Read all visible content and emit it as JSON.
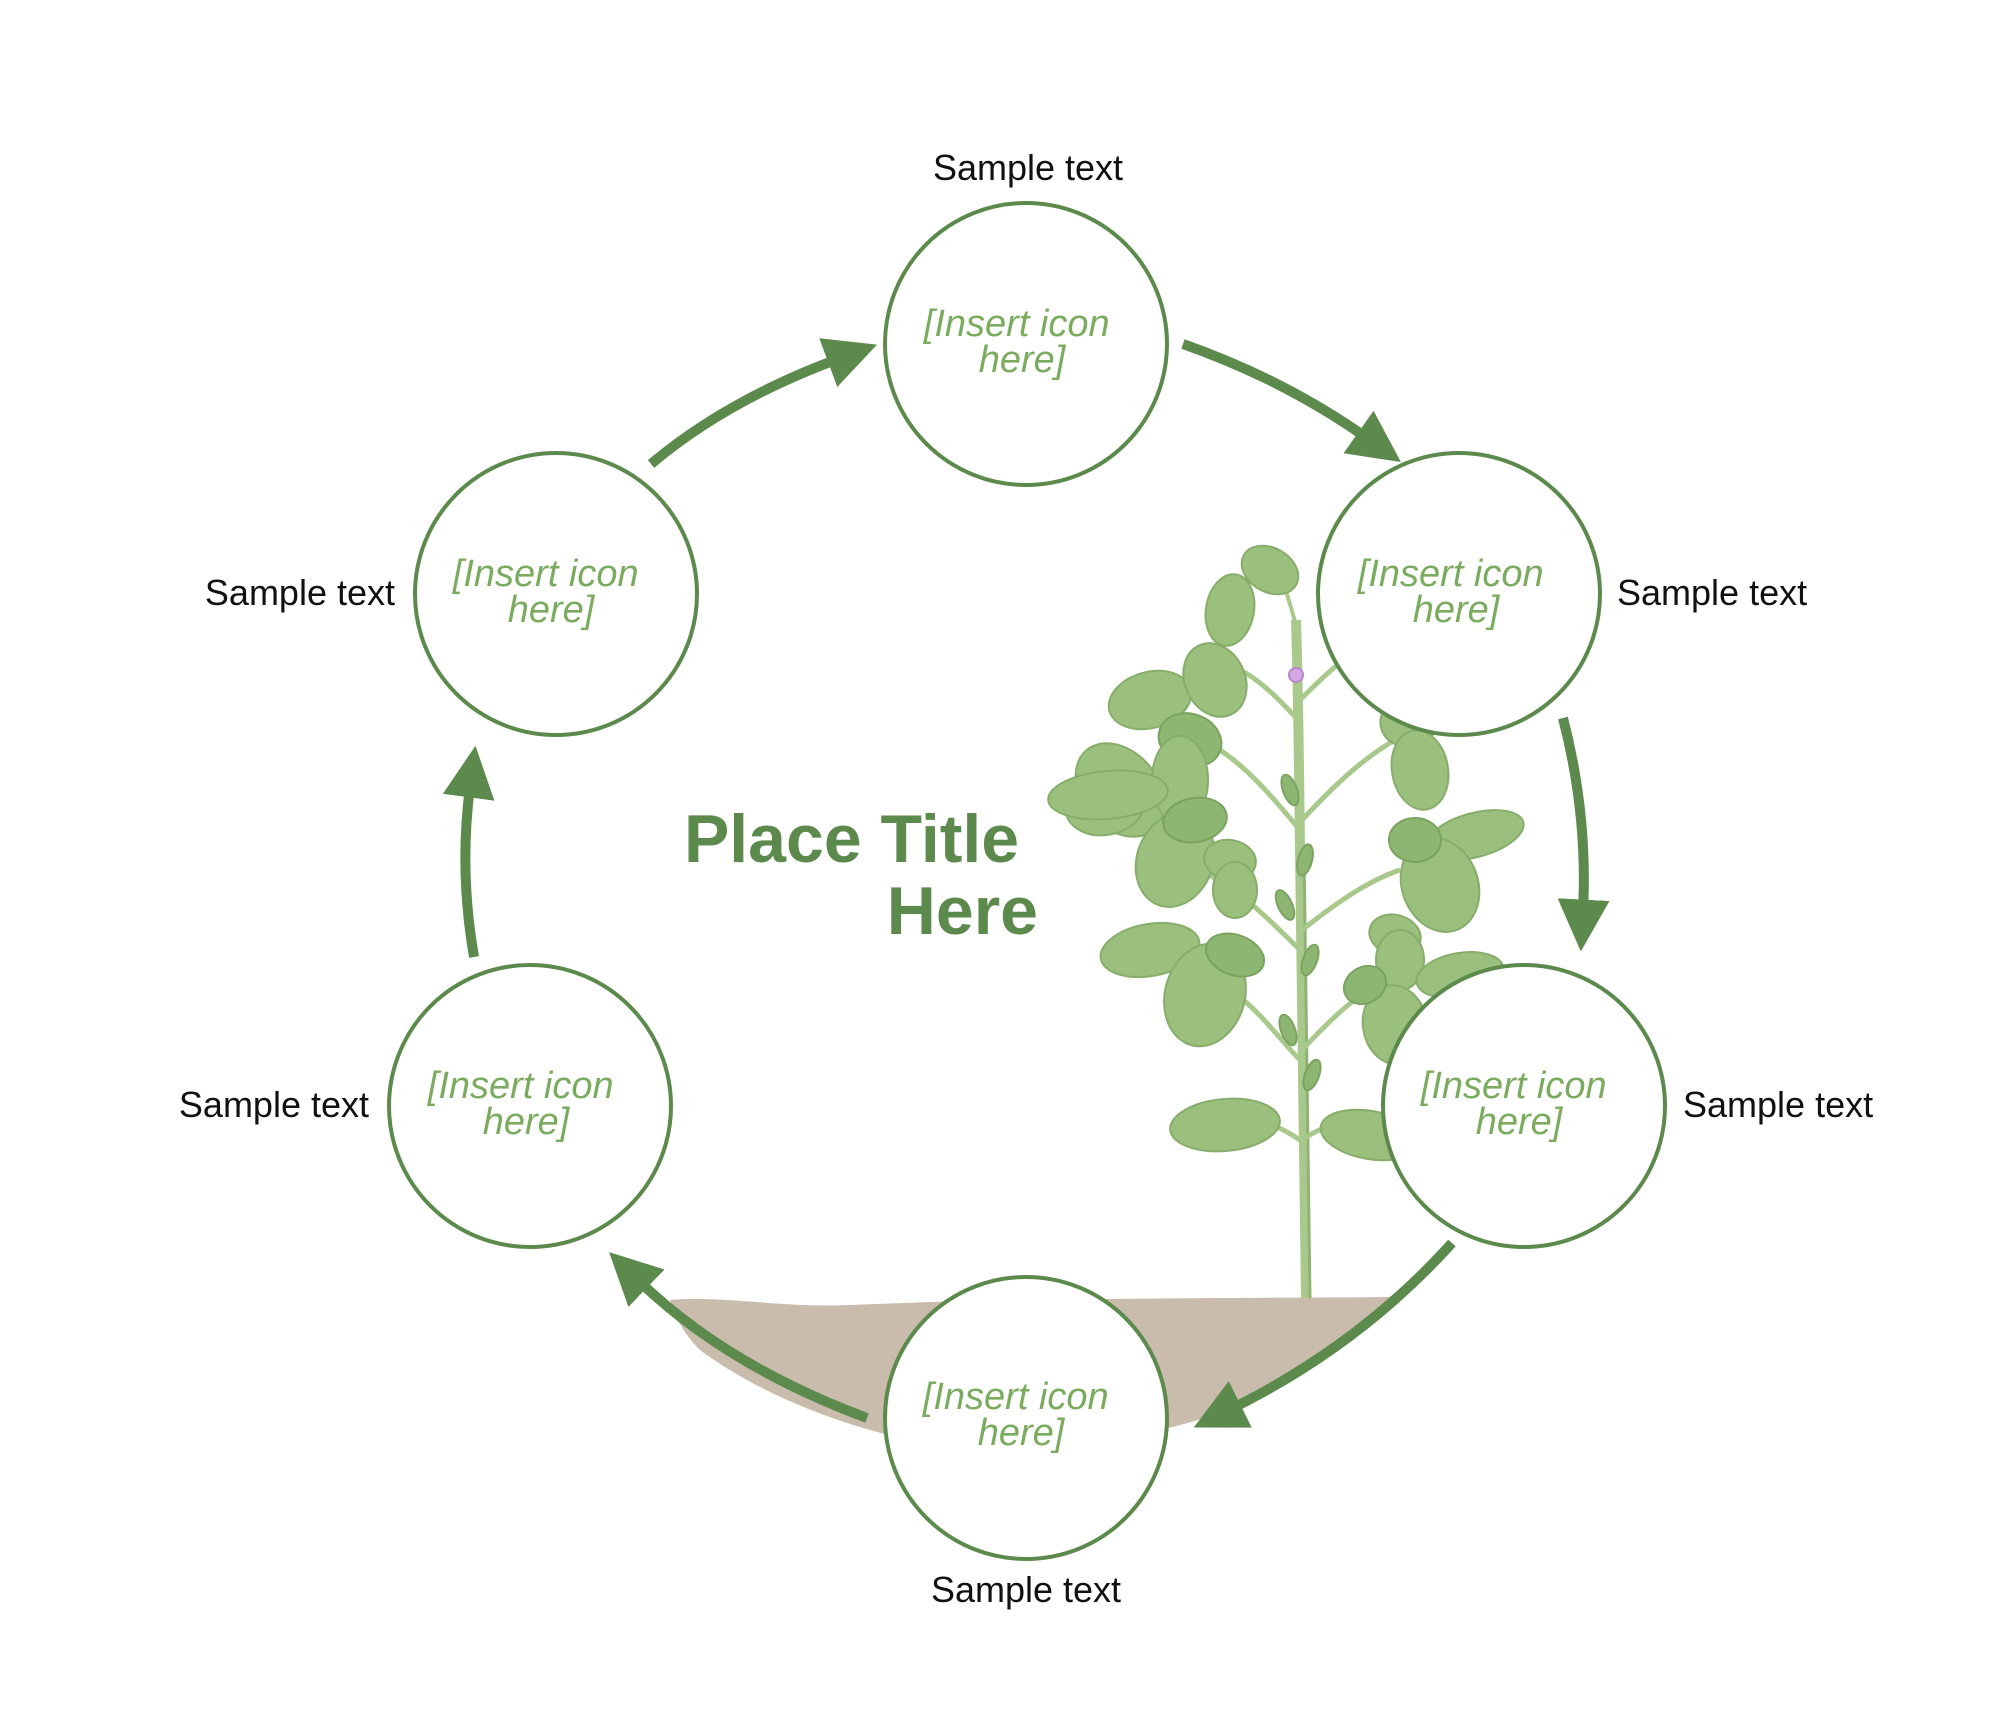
{
  "diagram": {
    "title_lines": [
      "Place Title",
      "Here"
    ],
    "colors": {
      "accent": "#5c8a4c",
      "placeholder_text": "#7aab5e",
      "soil": "#c9bcad",
      "leaf": "#9bc07e",
      "flower": "#d7a6e6"
    },
    "nodes": [
      {
        "placeholder_lines": [
          "[Insert icon",
          "here]"
        ],
        "label": "Sample text"
      },
      {
        "placeholder_lines": [
          "[Insert icon",
          "here]"
        ],
        "label": "Sample text"
      },
      {
        "placeholder_lines": [
          "[Insert icon",
          "here]"
        ],
        "label": "Sample text"
      },
      {
        "placeholder_lines": [
          "[Insert icon",
          "here]"
        ],
        "label": "Sample text"
      },
      {
        "placeholder_lines": [
          "[Insert icon",
          "here]"
        ],
        "label": "Sample text"
      },
      {
        "placeholder_lines": [
          "[Insert icon",
          "here]"
        ],
        "label": "Sample text"
      }
    ],
    "illustration": "soybean-plant"
  }
}
